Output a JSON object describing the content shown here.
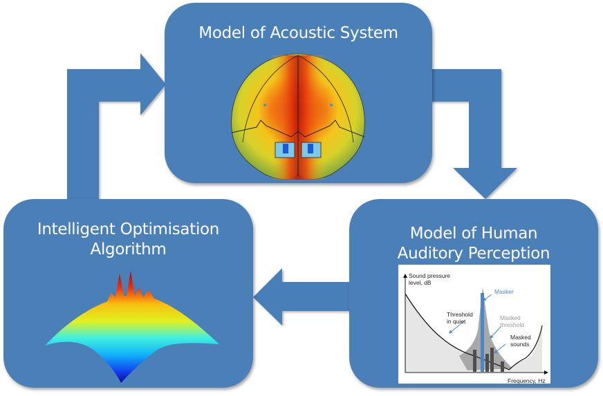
{
  "diagram": {
    "colors": {
      "box_fill": "#4a7fb8",
      "arrow_fill": "#4a7fb8",
      "text": "#ffffff"
    },
    "nodes": [
      {
        "id": "acoustic",
        "title": "Model of Acoustic System",
        "image": "3D acoustic field simulation sphere (heatmap red/yellow/green/blue)"
      },
      {
        "id": "perception",
        "title_line1": "Model of Human",
        "title_line2": "Auditory Perception",
        "image": "psychoacoustic masking chart"
      },
      {
        "id": "optimisation",
        "title_line1": "Intelligent Optimisation",
        "title_line2": "Algorithm",
        "image": "3D surface plot with peaks (jet colormap)"
      }
    ],
    "edges": [
      {
        "from": "optimisation",
        "to": "acoustic"
      },
      {
        "from": "acoustic",
        "to": "perception"
      },
      {
        "from": "perception",
        "to": "optimisation"
      }
    ]
  },
  "masking_chart": {
    "ylabel_line1": "Sound pressure",
    "ylabel_line2": "level, dB",
    "xlabel": "Frequency, Hz",
    "annotations": {
      "masker": "Masker",
      "threshold_quiet_1": "Threshold",
      "threshold_quiet_2": "in quiet",
      "masked_threshold_1": "Masked",
      "masked_threshold_2": "threshold",
      "masked_sounds_1": "Masked",
      "masked_sounds_2": "sounds"
    },
    "colors": {
      "masker": "#4a86c8",
      "masked_bars": "#4d4d4d",
      "masked_region": "#a8a8a8",
      "quiet_region": "#e6e6e6"
    }
  }
}
